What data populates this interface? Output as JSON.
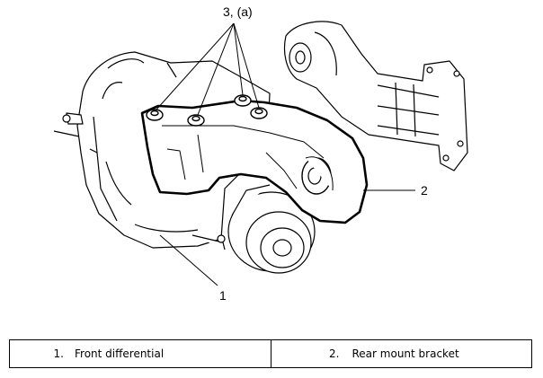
{
  "callouts": {
    "bolts": "3, (a)",
    "bracket": "2",
    "differential": "1"
  },
  "legend": [
    {
      "number": "1.",
      "label": "Front differential"
    },
    {
      "number": "2.",
      "label": "Rear mount bracket"
    }
  ]
}
